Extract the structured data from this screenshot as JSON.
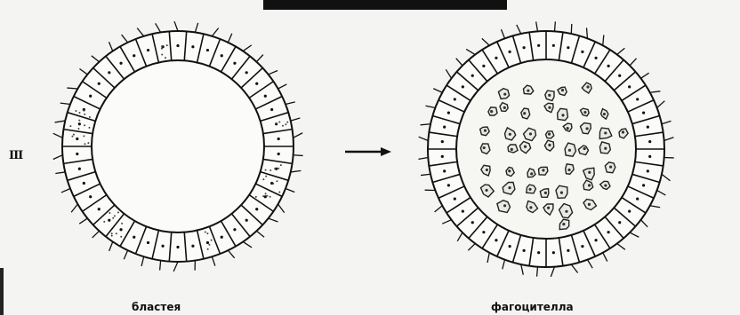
{
  "figure": {
    "stage_label": "III",
    "left_caption": "бластея",
    "right_caption": "фагоцителла"
  }
}
